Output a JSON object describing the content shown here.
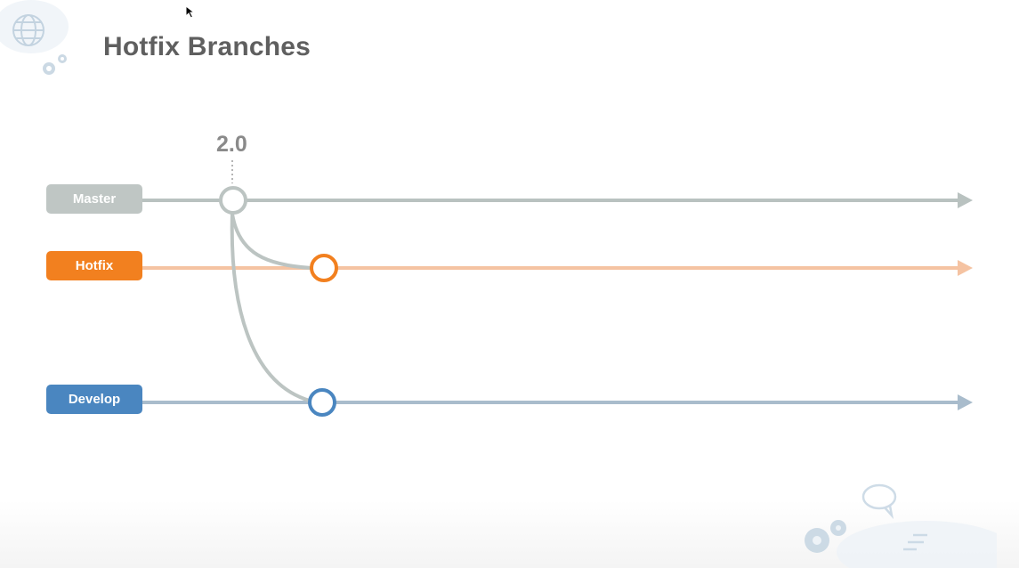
{
  "slide": {
    "title": "Hotfix Branches"
  },
  "branches": [
    {
      "name": "Master",
      "color": "#bfc6c4",
      "line_color": "#b9c2c0"
    },
    {
      "name": "Hotfix",
      "color": "#f2801f",
      "line_color": "#f5c3a2"
    },
    {
      "name": "Develop",
      "color": "#4a86c0",
      "line_color": "#a9bccc"
    }
  ],
  "tag": {
    "version": "2.0"
  },
  "icons": [
    "globe-icon",
    "gear-icon",
    "speech-bubble-icon",
    "mouse-cursor-icon"
  ]
}
